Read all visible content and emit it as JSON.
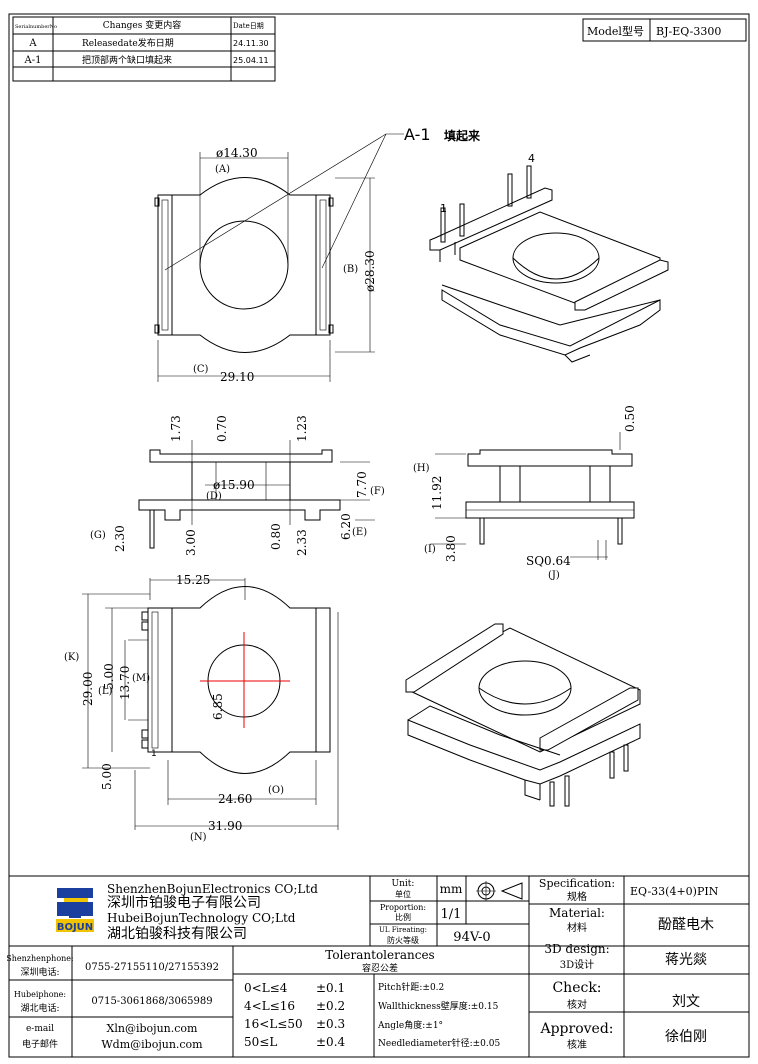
{
  "revision_table": {
    "headers": {
      "serial": "SerialnumberNo",
      "changes": "Changes 变更内容",
      "date": "Date日期"
    },
    "rows": [
      {
        "serial": "A",
        "change": "Releasedate发布日期",
        "date": "24.11.30"
      },
      {
        "serial": "A-1",
        "change": "把顶部两个缺口填起来",
        "date": "25.04.11"
      }
    ]
  },
  "model": {
    "label": "Model型号",
    "value": "BJ-EQ-3300"
  },
  "callout": {
    "label": "A-1",
    "note": "填起来"
  },
  "top_view": {
    "dims": {
      "dia_top": "ø14.30",
      "dia_top_tag": "(A)",
      "dia_side": "ø28.30",
      "dia_side_tag": "(B)",
      "width": "29.10",
      "width_tag": "(C)"
    }
  },
  "front_view": {
    "dims": {
      "d1": "1.73",
      "d2": "0.70",
      "d3": "1.23",
      "dia": "ø15.90",
      "dia_tag": "(D)",
      "h1": "7.70",
      "h1_tag": "(F)",
      "h2": "6.20",
      "h2_tag": "(E)",
      "g": "2.30",
      "g_tag": "(G)",
      "b1": "3.00",
      "b2": "0.80",
      "b3": "2.33"
    }
  },
  "side_view": {
    "dims": {
      "t": "0.50",
      "h": "11.92",
      "h_tag": "(H)",
      "i": "3.80",
      "i_tag": "(I)",
      "sq": "SQ0.64",
      "sq_tag": "(J)"
    }
  },
  "bottom_view": {
    "dims": {
      "w1": "15.25",
      "k": "29.00",
      "k_tag": "(K)",
      "l": "5.00",
      "l_tag": "(L)",
      "m": "13.70",
      "m_tag": "(M)",
      "c": "6.85",
      "p": "5.00",
      "o": "24.60",
      "o_tag": "(O)",
      "n": "31.90",
      "n_tag": "(N)",
      "pin1": "1"
    }
  },
  "iso_labels": {
    "pin1": "1",
    "pin4": "4"
  },
  "company": {
    "logo_text": "BOJUN",
    "line1": "ShenzhenBojunElectronics CO;Ltd",
    "line2": "深圳市铂骏电子有限公司",
    "line3": "HubeiBojunTechnology CO;Ltd",
    "line4": "湖北铂骏科技有限公司"
  },
  "contacts": [
    {
      "label_en": "Shenzhenphone:",
      "label_cn": "深圳电话:",
      "value": "0755-27155110/27155392"
    },
    {
      "label_en": "Hubeiphone:",
      "label_cn": "湖北电话:",
      "value": "0715-3061868/3065989"
    },
    {
      "label_en": "e-mail",
      "label_cn": "电子邮件",
      "value": "Xln@ibojun.com",
      "value2": "Wdm@ibojun.com"
    }
  ],
  "unit": {
    "label_en": "Unit:",
    "label_cn": "单位",
    "value": "mm"
  },
  "proportion": {
    "label_en": "Proportion:",
    "label_cn": "比例",
    "value": "1/1"
  },
  "flammability": {
    "label_en": "UL Fireating:",
    "label_cn": "防火等级",
    "value": "94V-0"
  },
  "tolerances": {
    "title_en": "Tolerantolerances",
    "title_cn": "容忍公差",
    "rows": [
      {
        "range": "0<L≤4",
        "tol": "±0.1"
      },
      {
        "range": "4<L≤16",
        "tol": "±0.2"
      },
      {
        "range": "16<L≤50",
        "tol": "±0.3"
      },
      {
        "range": "50≤L",
        "tol": "±0.4"
      }
    ],
    "notes": [
      "Pitch针距:±0.2",
      "Wallthickness壁厚度:±0.15",
      "Angle角度:±1°",
      "Needlediameter针径:±0.05"
    ]
  },
  "spec": {
    "label_en": "Specification:",
    "label_cn": "规格",
    "value": "EQ-33(4+0)PIN"
  },
  "material": {
    "label_en": "Material:",
    "label_cn": "材料",
    "value": "酚醛电木"
  },
  "design": {
    "label_en": "3D design:",
    "label_cn": "3D设计",
    "value": "蒋光燚"
  },
  "check": {
    "label_en": "Check:",
    "label_cn": "核对",
    "value": "刘文"
  },
  "approved": {
    "label_en": "Approved:",
    "label_cn": "核准",
    "value": "徐伯刚"
  },
  "colors": {
    "logo_blue": "#1a3f9e",
    "logo_yellow": "#f2c300",
    "crosshair": "#e00000"
  }
}
